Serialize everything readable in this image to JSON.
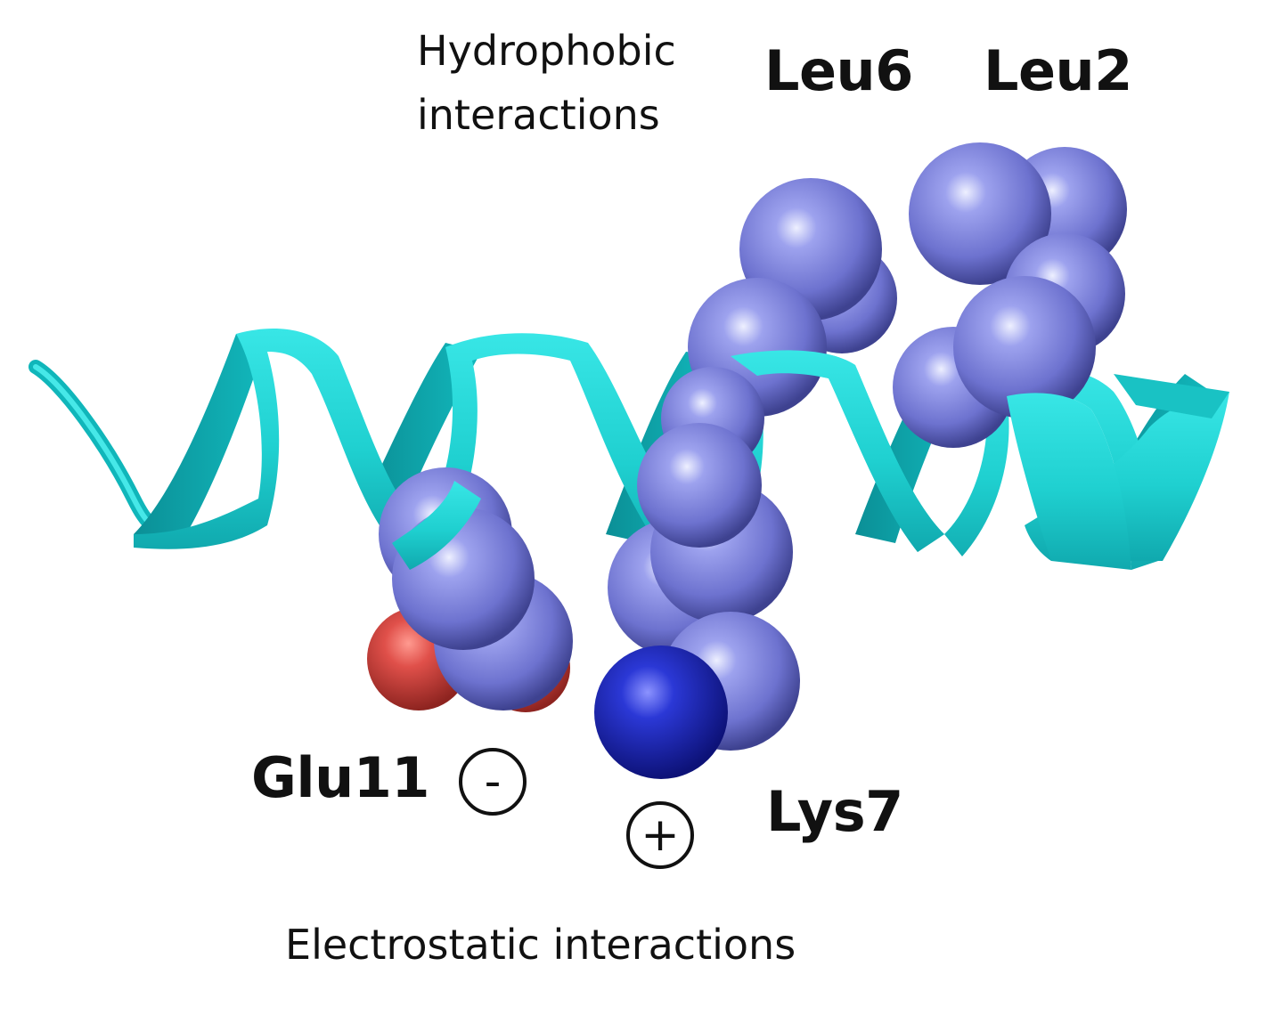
{
  "labels": {
    "hydrophobic_line1": "Hydrophobic",
    "hydrophobic_line2": "interactions",
    "leu6": "Leu6",
    "leu2": "Leu2",
    "glu11": "Glu11",
    "lys7": "Lys7",
    "electrostatic": "Electrostatic interactions"
  },
  "charges": {
    "negative": "-",
    "positive": "+"
  },
  "colors": {
    "helix": "#1fd6d6",
    "helix_dark": "#0fa7ad",
    "carbon_sphere": "#7a7fd9",
    "nitrogen_sphere": "#2330c8",
    "oxygen_sphere": "#e0504a"
  },
  "icons": [
    "alpha-helix-ribbon-icon",
    "leucine-sphere-icon",
    "lysine-sphere-icon",
    "glutamate-sphere-icon",
    "negative-charge-icon",
    "positive-charge-icon"
  ]
}
